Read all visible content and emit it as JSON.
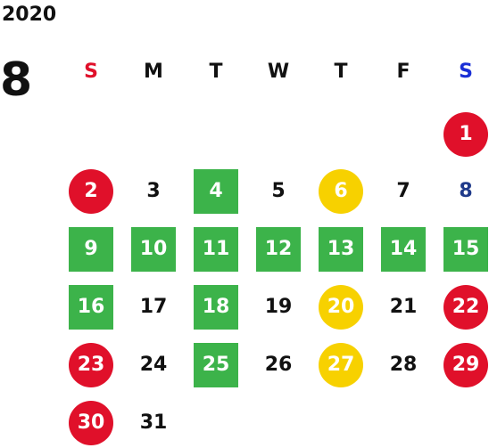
{
  "calendar": {
    "year": "2020",
    "month": "8",
    "weekdays": [
      "S",
      "M",
      "T",
      "W",
      "T",
      "F",
      "S"
    ],
    "colors": {
      "sunday_label": "#e0102a",
      "saturday_label": "#1a2fd6",
      "green": "#3cb34a",
      "red": "#e0102a",
      "yellow": "#f7d100",
      "saturday_text": "#1f3a8a"
    },
    "days": [
      {
        "n": "1",
        "style": "red"
      },
      {
        "n": "2",
        "style": "red"
      },
      {
        "n": "3",
        "style": "plain"
      },
      {
        "n": "4",
        "style": "green"
      },
      {
        "n": "5",
        "style": "plain"
      },
      {
        "n": "6",
        "style": "yellow"
      },
      {
        "n": "7",
        "style": "plain"
      },
      {
        "n": "8",
        "style": "blue-text"
      },
      {
        "n": "9",
        "style": "green"
      },
      {
        "n": "10",
        "style": "green"
      },
      {
        "n": "11",
        "style": "green"
      },
      {
        "n": "12",
        "style": "green"
      },
      {
        "n": "13",
        "style": "green"
      },
      {
        "n": "14",
        "style": "green"
      },
      {
        "n": "15",
        "style": "green"
      },
      {
        "n": "16",
        "style": "green"
      },
      {
        "n": "17",
        "style": "plain"
      },
      {
        "n": "18",
        "style": "green"
      },
      {
        "n": "19",
        "style": "plain"
      },
      {
        "n": "20",
        "style": "yellow"
      },
      {
        "n": "21",
        "style": "plain"
      },
      {
        "n": "22",
        "style": "red"
      },
      {
        "n": "23",
        "style": "red"
      },
      {
        "n": "24",
        "style": "plain"
      },
      {
        "n": "25",
        "style": "green"
      },
      {
        "n": "26",
        "style": "plain"
      },
      {
        "n": "27",
        "style": "yellow"
      },
      {
        "n": "28",
        "style": "plain"
      },
      {
        "n": "29",
        "style": "red"
      },
      {
        "n": "30",
        "style": "red"
      },
      {
        "n": "31",
        "style": "plain"
      }
    ]
  }
}
